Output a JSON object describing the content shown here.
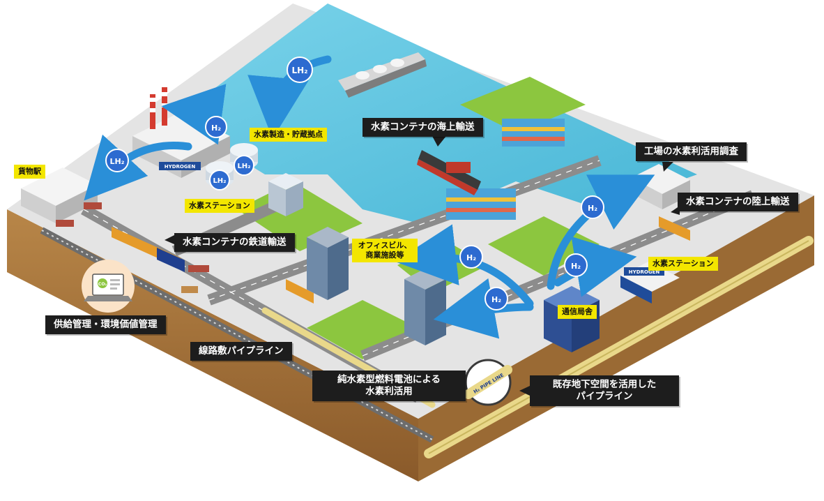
{
  "labels": {
    "sea_transport": "水素コンテナの海上輸送",
    "factory_survey": "工場の水素利活用調査",
    "land_transport": "水素コンテナの陸上輸送",
    "rail_transport": "水素コンテナの鉄道輸送",
    "supply_mgmt": "供給管理・環境価値管理",
    "railway_pipeline": "線路敷パイプライン",
    "fuel_cell_line1": "純水素型燃料電池による",
    "fuel_cell_line2": "水素利活用",
    "underground_line1": "既存地下空間を活用した",
    "underground_line2": "パイプライン",
    "production_base": "水素製造・貯蔵拠点",
    "freight_station": "貨物駅",
    "h2_station_left": "水素ステーション",
    "office_line1": "オフィスビル、",
    "office_line2": "商業施設等",
    "telecom": "通信局舎",
    "h2_station_right": "水素ステーション"
  },
  "bubbles": {
    "lh2": "LH₂",
    "h2": "H₂",
    "co2": "CO₂"
  },
  "signs": {
    "pipe_line": "H₂ PIPE LINE",
    "hydrogen": "HYDROGEN"
  },
  "colors": {
    "sea": "#5cc3df",
    "arrow": "#2a8fd8",
    "bubble": "#2d6bd0",
    "ground": "#e4e4e4",
    "road": "#8c8c8c",
    "grass": "#8cc63f",
    "soil": "#a9783f",
    "label_dark": "#1d1d1d",
    "label_yellow": "#f3e600"
  }
}
